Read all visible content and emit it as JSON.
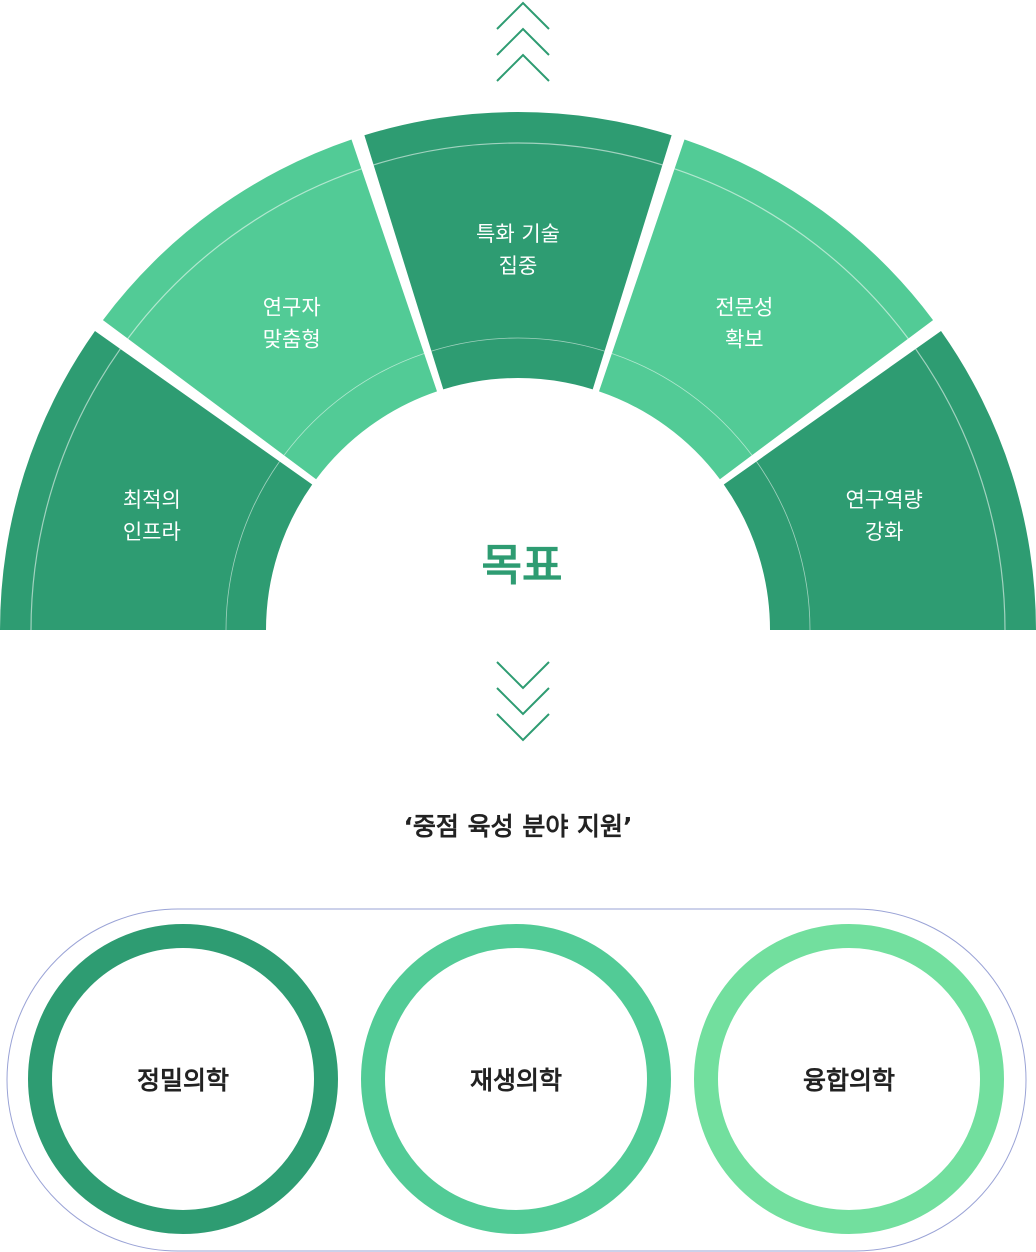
{
  "colors": {
    "dark_green": "#2e9c72",
    "mid_green": "#52cb96",
    "light_green": "#72df9e",
    "capsule_border": "#9aa3d6"
  },
  "arrows": {
    "up_icon": "triple-chevron-up-icon",
    "down_icon": "triple-chevron-down-icon"
  },
  "semicircle": {
    "center_label": "목표",
    "segments": [
      {
        "line1": "최적의",
        "line2": "인프라",
        "color": "dark"
      },
      {
        "line1": "연구자",
        "line2": "맞춤형",
        "color": "mid"
      },
      {
        "line1": "특화 기술",
        "line2": "집중",
        "color": "dark"
      },
      {
        "line1": "전문성",
        "line2": "확보",
        "color": "mid"
      },
      {
        "line1": "연구역량",
        "line2": "강화",
        "color": "dark"
      }
    ]
  },
  "support": {
    "title": "‘중점 육성 분야 지원’",
    "fields": [
      {
        "label": "정밀의학",
        "color": "dark"
      },
      {
        "label": "재생의학",
        "color": "mid"
      },
      {
        "label": "융합의학",
        "color": "light"
      }
    ]
  }
}
